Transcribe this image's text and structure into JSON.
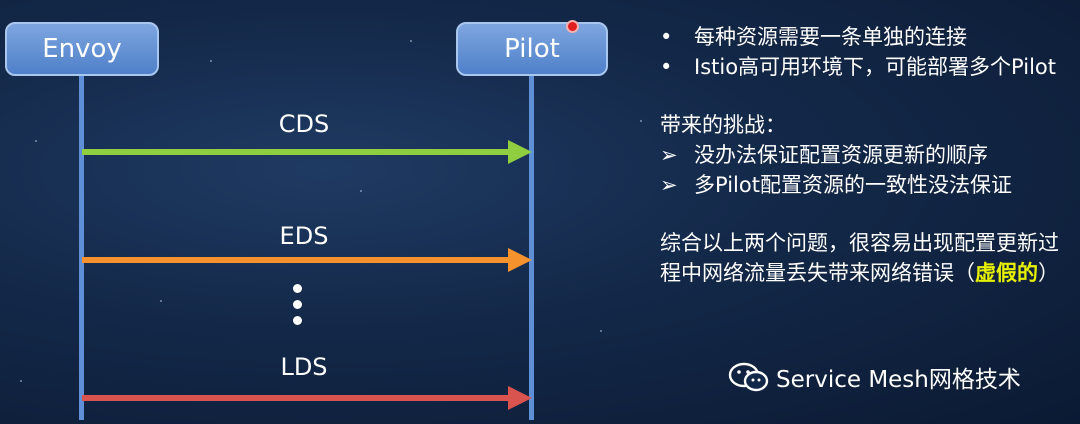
{
  "actors": {
    "envoy": "Envoy",
    "pilot": "Pilot"
  },
  "messages": [
    {
      "label": "CDS",
      "color": "#8fcf3f"
    },
    {
      "label": "EDS",
      "color": "#f5922e"
    },
    {
      "label": "LDS",
      "color": "#d9534f"
    }
  ],
  "bullets": [
    "每种资源需要一条单独的连接",
    "Istio高可用环境下，可能部署多个Pilot"
  ],
  "challenges": {
    "heading": "带来的挑战：",
    "items": [
      "没办法保证配置资源更新的顺序",
      "多Pilot配置资源的一致性没法保证"
    ]
  },
  "conclusion": {
    "text": "综合以上两个问题，很容易出现配置更新过程中网络流量丢失带来网络错误（",
    "highlight": "虚假的",
    "end": "）"
  },
  "watermark": "Service Mesh网格技术",
  "symbols": {
    "bullet": "•",
    "arrow": "➢"
  },
  "colors": {
    "lifeline": "#5f8fd6",
    "highlight": "#e6f000"
  }
}
